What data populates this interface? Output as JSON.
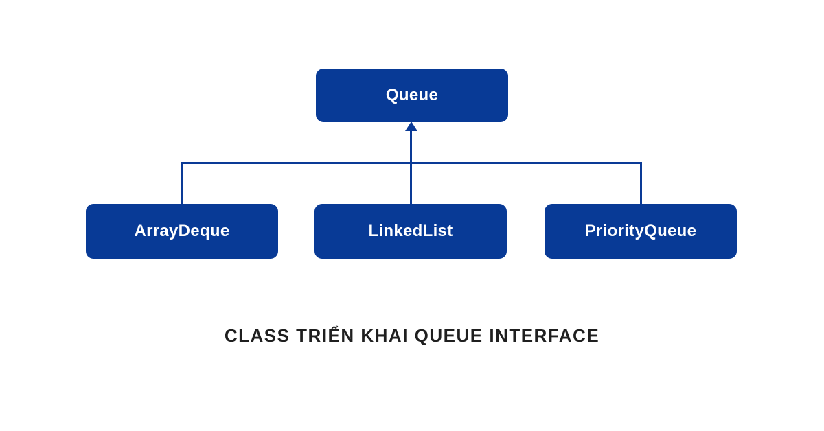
{
  "diagram": {
    "caption": "CLASS TRIỂN KHAI QUEUE INTERFACE",
    "parent": {
      "label": "Queue"
    },
    "children": [
      {
        "label": "ArrayDeque"
      },
      {
        "label": "LinkedList"
      },
      {
        "label": "PriorityQueue"
      }
    ],
    "relation": "children point up to parent (implements / inheritance arrow)",
    "colors": {
      "background": "#ffffff",
      "box_fill": "#083a96",
      "box_text": "#ffffff",
      "connector": "#0a3a96",
      "caption_text": "#1f1f1f"
    }
  }
}
